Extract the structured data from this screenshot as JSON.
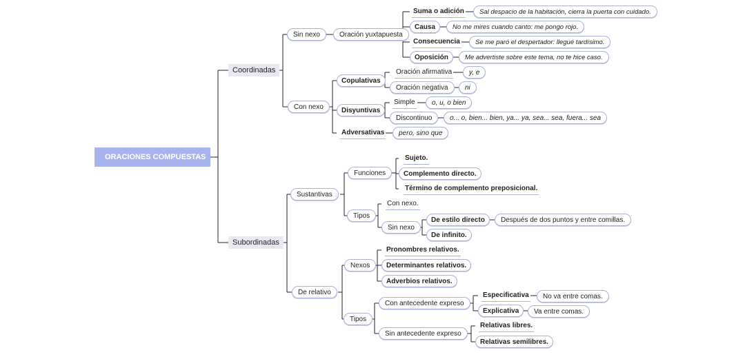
{
  "root": "ORACIONES COMPUESTAS",
  "coordinadas": {
    "label": "Coordinadas",
    "sin_nexo": {
      "label": "Sin nexo",
      "child": "Oración yuxtapuesta",
      "items": [
        {
          "label": "Suma o adición",
          "example": "Sal despacio de la habitación, cierra la puerta con cuidado."
        },
        {
          "label": "Causa",
          "example": "No me mires cuando canto: me pongo rojo."
        },
        {
          "label": "Consecuencia",
          "example": "Se me paró el despertador: llegué tardísimo."
        },
        {
          "label": "Oposición",
          "example": "Me advertiste sobre este tema, no te hice caso."
        }
      ]
    },
    "con_nexo": {
      "label": "Con nexo",
      "copulativas": {
        "label": "Copulativas",
        "items": [
          {
            "label": "Oración afirmativa",
            "example": "y, e"
          },
          {
            "label": "Oración negativa",
            "example": "ni"
          }
        ]
      },
      "disyuntivas": {
        "label": "Disyuntivas",
        "items": [
          {
            "label": "Simple",
            "example": "o, u, o bien"
          },
          {
            "label": "Discontinuo",
            "example": "o... o, bien... bien, ya... ya, sea... sea, fuera... sea"
          }
        ]
      },
      "adversativas": {
        "label": "Adversativas",
        "example": "pero, sino que"
      }
    }
  },
  "subordinadas": {
    "label": "Subordinadas",
    "sustantivas": {
      "label": "Sustantivas",
      "funciones": {
        "label": "Funciones",
        "items": [
          "Sujeto.",
          "Complemento directo.",
          "Término de complemento preposicional."
        ]
      },
      "tipos": {
        "label": "Tipos",
        "con_nexo": "Con nexo.",
        "sin_nexo": {
          "label": "Sin nexo",
          "estilo_directo": "De estilo directo",
          "estilo_directo_note": "Después de dos puntos y entre comillas.",
          "infinito": "De infinito."
        }
      }
    },
    "de_relativo": {
      "label": "De relativo",
      "nexos": {
        "label": "Nexos",
        "items": [
          "Pronombres relativos.",
          "Determinantes relativos.",
          "Adverbios relativos."
        ]
      },
      "tipos": {
        "label": "Tipos",
        "con_antecedente": {
          "label": "Con antecedente expreso",
          "items": [
            {
              "label": "Especificativa",
              "note": "No va entre comas."
            },
            {
              "label": "Explicativa",
              "note": "Va entre comas."
            }
          ]
        },
        "sin_antecedente": {
          "label": "Sin antecedente expreso",
          "items": [
            "Relativas libres.",
            "Relativas semilibres."
          ]
        }
      }
    }
  },
  "colors": {
    "root_fill": "#a8b4f0",
    "node_border": "#aab2d8",
    "connector": "#222222",
    "highlight": "#e8e8f2"
  }
}
